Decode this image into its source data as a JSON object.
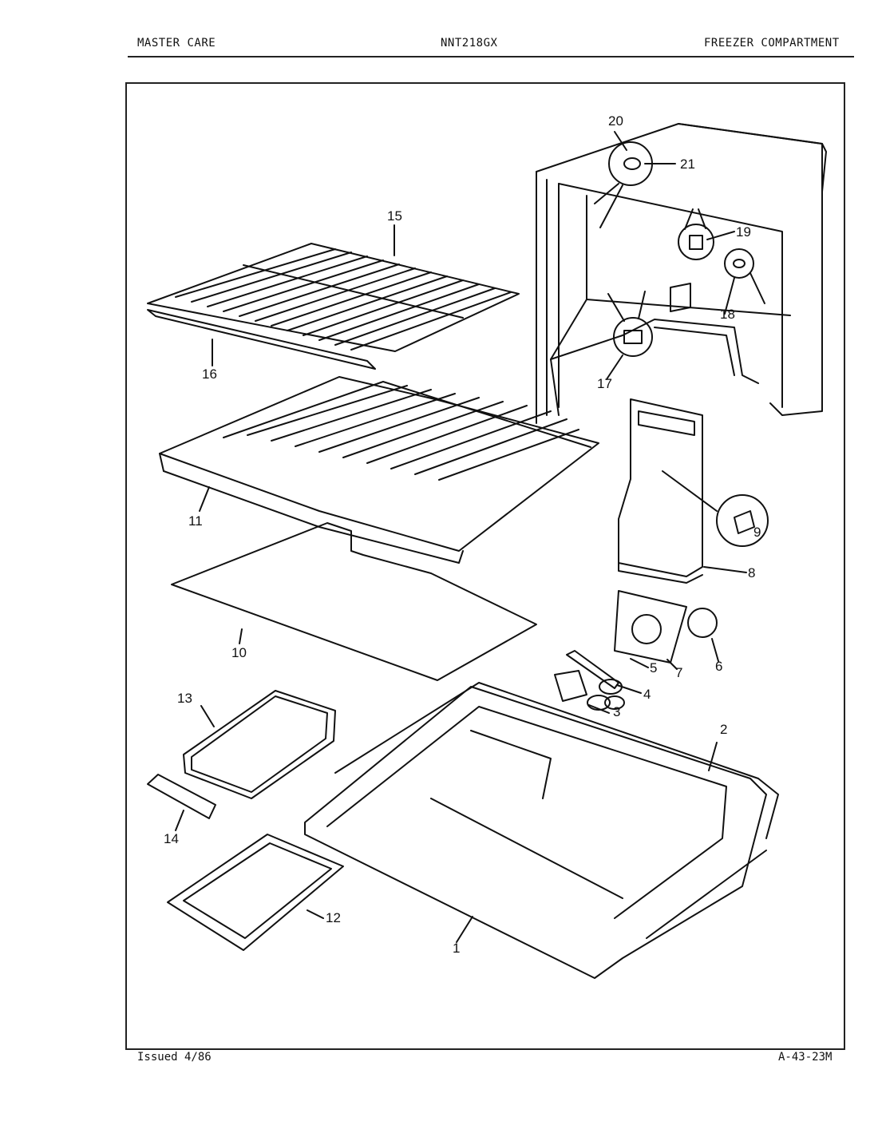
{
  "header": {
    "left": "MASTER CARE",
    "center": "NNT218GX",
    "right": "FREEZER COMPARTMENT"
  },
  "footer": {
    "left": "Issued 4/86",
    "right": "A-43-23M"
  },
  "callouts": [
    "1",
    "2",
    "3",
    "4",
    "5",
    "6",
    "7",
    "8",
    "9",
    "10",
    "11",
    "12",
    "13",
    "14",
    "15",
    "16",
    "17",
    "18",
    "19",
    "20",
    "21"
  ]
}
